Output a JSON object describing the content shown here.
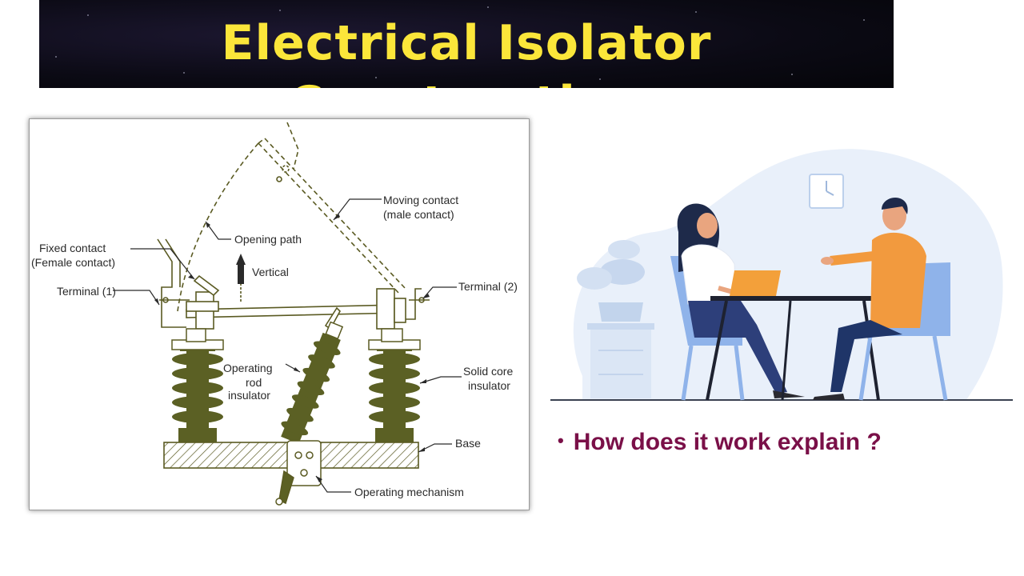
{
  "title": "Electrical Isolator Construction",
  "diagram": {
    "labels": {
      "moving_contact_1": "Moving contact",
      "moving_contact_2": "(male contact)",
      "opening_path": "Opening path",
      "fixed_contact_1": "Fixed contact",
      "fixed_contact_2": "(Female contact)",
      "vertical": "Vertical",
      "terminal_1": "Terminal (1)",
      "terminal_2": "Terminal (2)",
      "operating_rod_1": "Operating",
      "operating_rod_2": "rod",
      "operating_rod_3": "insulator",
      "solid_core_1": "Solid core",
      "solid_core_2": "insulator",
      "base": "Base",
      "operating_mechanism": "Operating mechanism"
    },
    "colors": {
      "line": "#5a5a22",
      "insulator": "#5b6024",
      "text": "#2a2a2a"
    }
  },
  "illustration": {
    "icon": "people-meeting-illustration"
  },
  "bullet": {
    "symbol": "•",
    "text": "How does it work explain ?"
  },
  "colors": {
    "title": "#fbe63a",
    "banner": "#0b0a14",
    "bullet_text": "#7a1048"
  }
}
